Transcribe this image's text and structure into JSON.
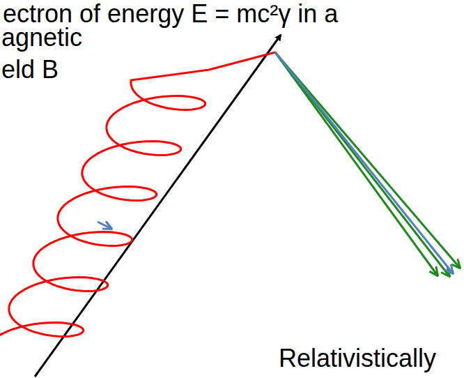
{
  "diagram": {
    "labels": [
      "ectron of energy E = mc²γ in a",
      "agnetic",
      "eld B",
      "Relativistically"
    ]
  }
}
